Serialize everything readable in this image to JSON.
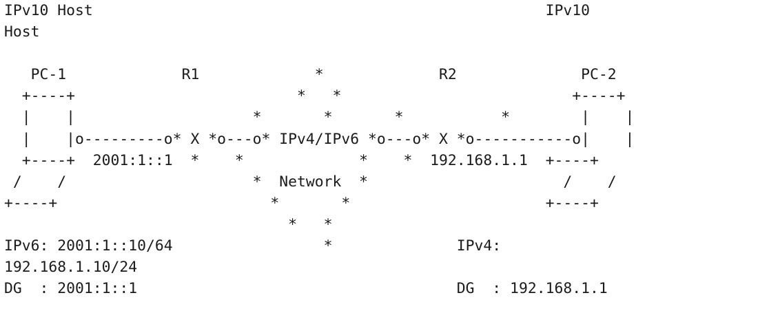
{
  "figure": {
    "lines": [
      "IPv10 Host                                                   IPv10",
      "Host",
      "",
      "   PC-1             R1             *             R2              PC-2",
      "  +----+                         *   *                          +----+",
      "  |    |                    *       *       *           *        |    |",
      "  |    |o---------o* X *o---o* IPv4/IPv6 *o---o* X *o-----------o|    |",
      "  +----+  2001:1::1  *    *             *    *  192.168.1.1  +----+",
      " /    /                     *  Network  *                      /    /",
      "+----+                        *       *                      +----+",
      "                                *   *",
      "IPv6: 2001:1::10/64                 *              IPv4:",
      "192.168.1.10/24",
      "DG  : 2001:1::1                                    DG  : 192.168.1.1"
    ]
  }
}
